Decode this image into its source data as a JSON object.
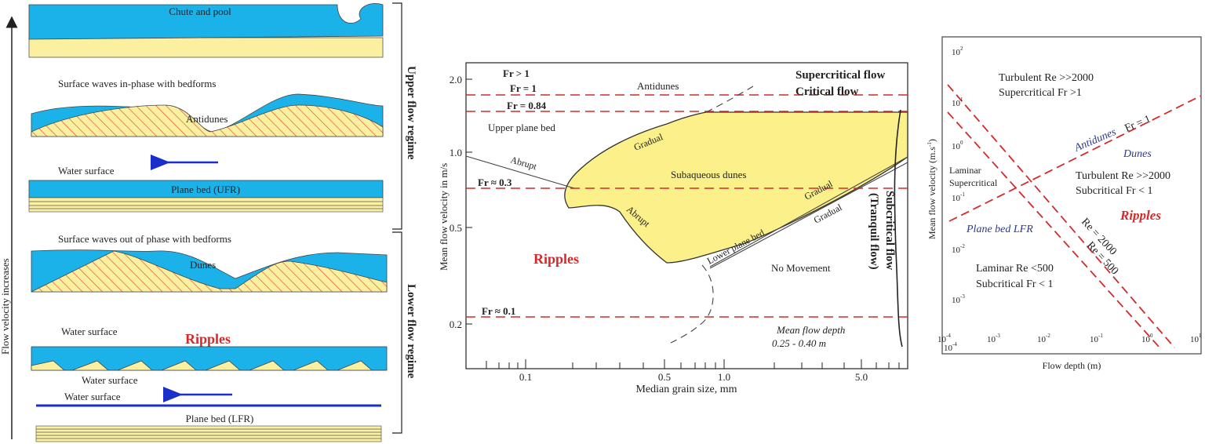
{
  "colors": {
    "water": "#1ab2e8",
    "sediment": "#fbf0a0",
    "hatch": "#e0463c",
    "dune_fill": "#fbf08a",
    "dashed_red": "#d42a2a",
    "ripples_red": "#d42a2a",
    "arrow_blue": "#1a2fc9",
    "italic_blue": "#2b3a8c"
  },
  "left": {
    "y_axis_label": "Flow velocity increases",
    "upper_regime_label": "Upper flow regime",
    "lower_regime_label": "Lower flow regime",
    "chute_and_pool": "Chute and pool",
    "in_phase_caption": "Surface waves in-phase with bedforms",
    "antidunes": "Antidunes",
    "water_surface_1": "Water surface",
    "plane_bed_ufr": "Plane bed (UFR)",
    "out_of_phase_caption": "Surface waves out of phase with bedforms",
    "dunes": "Dunes",
    "water_surface_2": "Water surface",
    "ripples": "Ripples",
    "water_surface_3": "Water surface",
    "water_surface_4": "Water surface",
    "plane_bed_lfr": "Plane bed (LFR)"
  },
  "middle": {
    "y_axis_label": "Mean flow velocity in m/s",
    "x_axis_label": "Median grain size, mm",
    "y_ticks": [
      "2.0",
      "1.0",
      "0.5",
      "0.2"
    ],
    "x_ticks": [
      "0.1",
      "0.5",
      "1.0",
      "5.0"
    ],
    "fr_gt_1": "Fr > 1",
    "fr_1": "Fr = 1",
    "fr_084": "Fr = 0.84",
    "fr_03": "Fr ≈ 0.3",
    "fr_01": "Fr ≈ 0.1",
    "antidunes": "Antidunes",
    "supercritical_flow": "Supercritical flow",
    "critical_flow": "Critical flow",
    "upper_plane_bed": "Upper plane bed",
    "gradual_1": "Gradual",
    "abrupt_1": "Abrupt",
    "subaqueous_dunes": "Subaqueous dunes",
    "abrupt_2": "Abrupt",
    "gradual_2": "Gradual",
    "gradual_3": "Gradual",
    "lower_plane_bed": "Lower plane bed",
    "ripples": "Ripples",
    "no_movement": "No Movement",
    "subcritical_flow": "Subcritical flow",
    "tranquil_flow": "(Tranquil flow)",
    "mean_flow_depth": "Mean flow depth",
    "depth_range": "0.25 - 0.40 m"
  },
  "right": {
    "y_axis_label": "Mean flow velocity (m.s",
    "y_axis_sup": "-1",
    "y_axis_close": ")",
    "x_axis_label": "Flow depth (m)",
    "y_ticks": [
      {
        "base": "10",
        "exp": "2"
      },
      {
        "base": "10",
        "exp": "1"
      },
      {
        "base": "10",
        "exp": "0"
      },
      {
        "base": "10",
        "exp": "-1"
      },
      {
        "base": "10",
        "exp": "-2"
      },
      {
        "base": "10",
        "exp": "-3"
      },
      {
        "base": "10",
        "exp": "-4"
      }
    ],
    "x_ticks": [
      {
        "base": "10",
        "exp": "-4"
      },
      {
        "base": "10",
        "exp": "-3"
      },
      {
        "base": "10",
        "exp": "-2"
      },
      {
        "base": "10",
        "exp": "-1"
      },
      {
        "base": "10",
        "exp": "0"
      },
      {
        "base": "10",
        "exp": "1"
      }
    ],
    "turbulent_super_1": "Turbulent Re >>2000",
    "turbulent_super_2": "Supercritical Fr >1",
    "antidunes": "Antidunes",
    "fr_1": "Fr = 1",
    "dunes": "Dunes",
    "laminar_super_1": "Laminar",
    "laminar_super_2": "Supercritical",
    "turbulent_sub_1": "Turbulent Re >>2000",
    "turbulent_sub_2": "Subcritical Fr < 1",
    "ripples": "Ripples",
    "plane_bed_lfr": "Plane bed LFR",
    "re_2000": "Re = 2000",
    "re_500": "Re = 500",
    "laminar_sub_1": "Laminar Re <500",
    "laminar_sub_2": "Subcritical Fr < 1"
  }
}
